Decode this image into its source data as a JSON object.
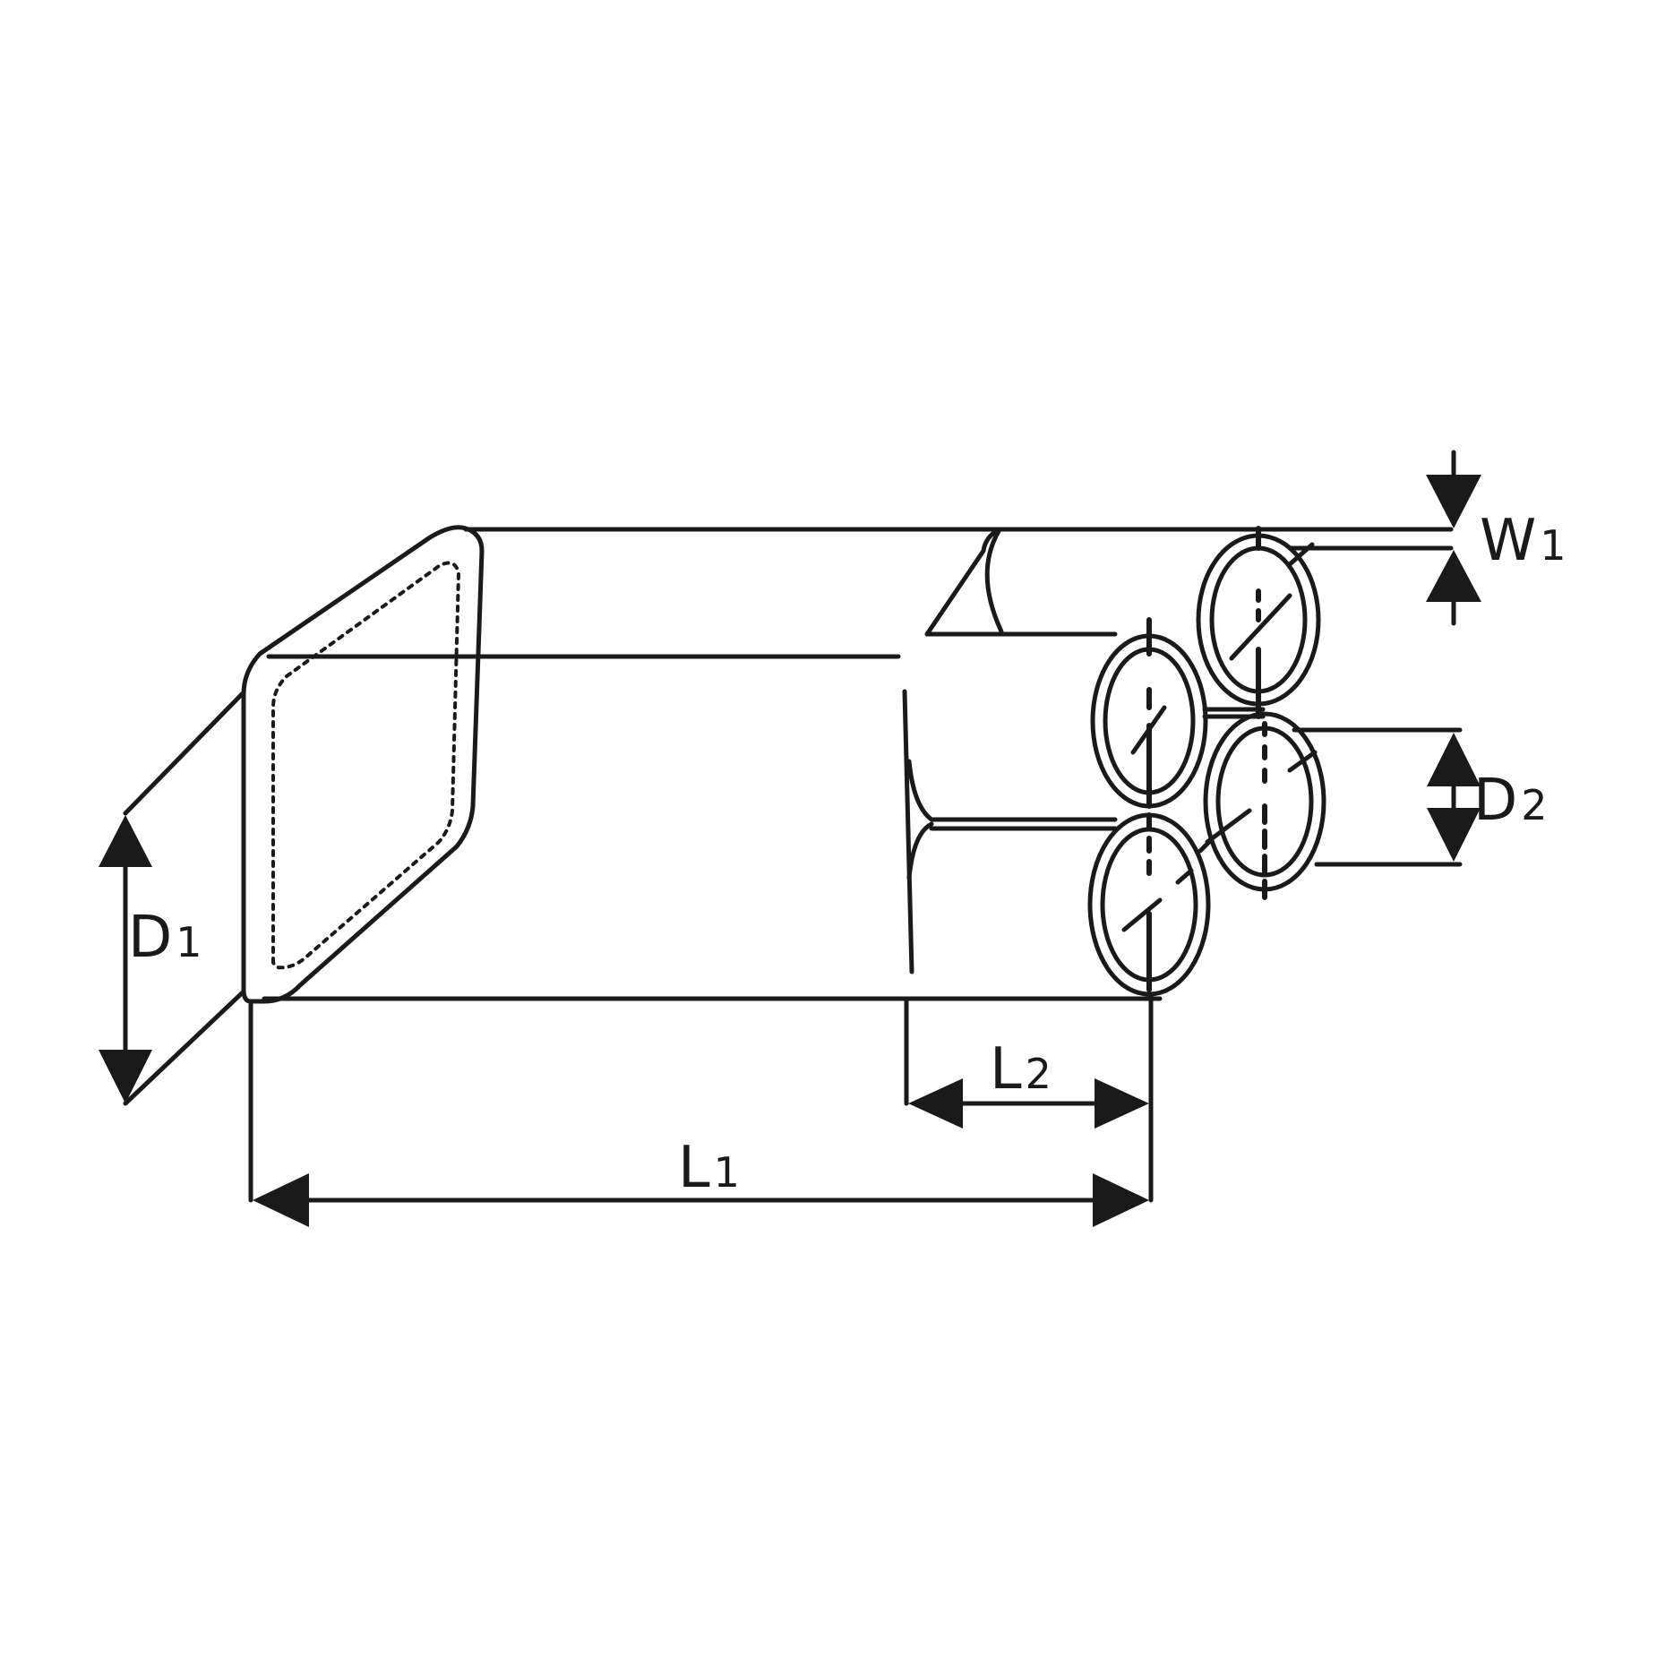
{
  "colors": {
    "line": "#1a1a1a",
    "background": "#ffffff"
  },
  "labels": {
    "d1": {
      "main": "D",
      "sub": "1"
    },
    "d2": {
      "main": "D",
      "sub": "2"
    },
    "l1": {
      "main": "L",
      "sub": "1"
    },
    "l2": {
      "main": "L",
      "sub": "2"
    },
    "w1": {
      "main": "W",
      "sub": "1"
    }
  }
}
